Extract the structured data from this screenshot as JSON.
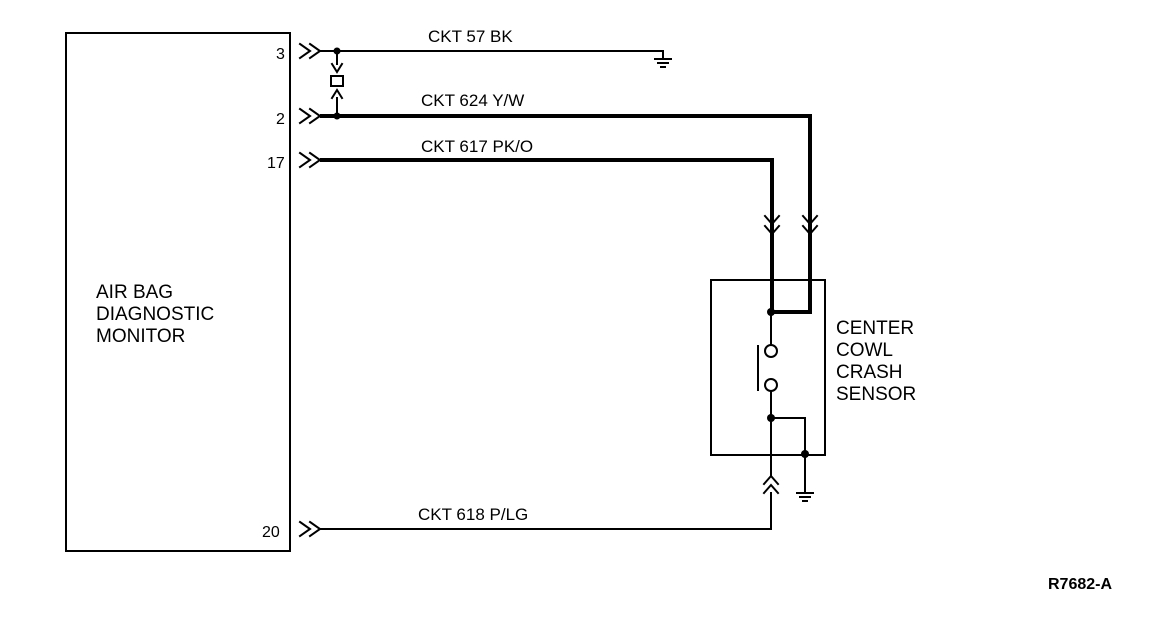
{
  "monitor": {
    "label_lines": [
      "AIR BAG",
      "DIAGNOSTIC",
      "MONITOR"
    ],
    "pins": [
      "3",
      "2",
      "17",
      "20"
    ]
  },
  "sensor": {
    "label_lines": [
      "CENTER",
      "COWL",
      "CRASH",
      "SENSOR"
    ]
  },
  "circuits": [
    {
      "label": "CKT 57 BK"
    },
    {
      "label": "CKT 624 Y/W"
    },
    {
      "label": "CKT 617 PK/O"
    },
    {
      "label": "CKT 618 P/LG"
    }
  ],
  "reference": "R7682-A"
}
